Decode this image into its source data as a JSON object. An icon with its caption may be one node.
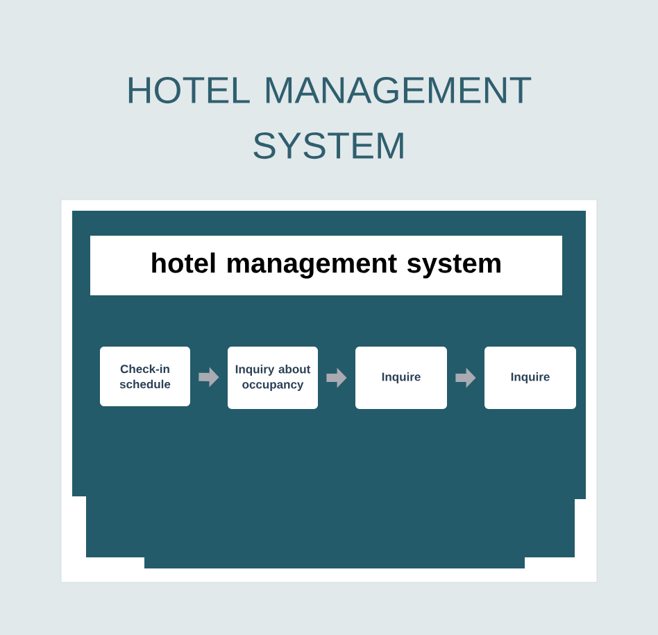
{
  "diagram": {
    "title": "HOTEL MANAGEMENT SYSTEM",
    "nodes": [
      {
        "text": [
          "hotel management system"
        ]
      },
      {
        "text": [
          "Check-in schedule"
        ]
      },
      {
        "text": [
          "Inquiry about occupancy"
        ]
      },
      {
        "text": [
          "Inquire"
        ]
      },
      {
        "text": [
          "Inquire"
        ]
      }
    ],
    "edges": [
      {
        "from": 1,
        "to": 2,
        "arrow": "to"
      },
      {
        "from": 2,
        "to": 3,
        "arrow": "to"
      },
      {
        "from": 3,
        "to": 4,
        "arrow": "to"
      }
    ]
  }
}
